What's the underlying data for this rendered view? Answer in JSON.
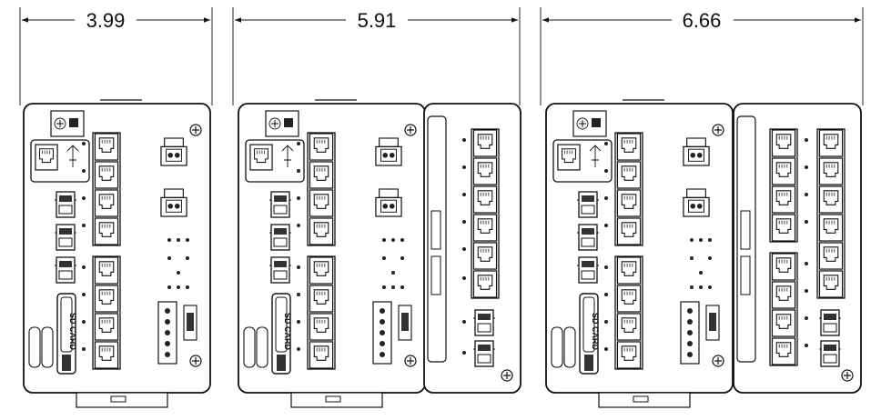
{
  "dimensions": [
    {
      "label": "3.99"
    },
    {
      "label": "5.91"
    },
    {
      "label": "6.66"
    }
  ],
  "sd_card_label": "SD CARD",
  "device_variants": [
    {
      "name": "base-unit",
      "expansion_modules": 0
    },
    {
      "name": "base-plus-one-module",
      "expansion_modules": 1
    },
    {
      "name": "base-plus-two-column-module",
      "expansion_modules": 1
    }
  ]
}
